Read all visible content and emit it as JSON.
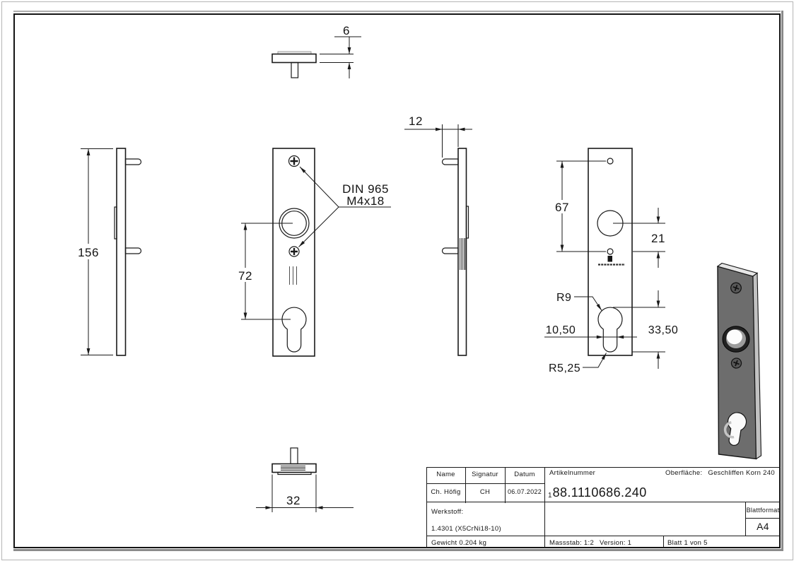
{
  "dimensions": {
    "plate_thickness": "6",
    "plate_height": "156",
    "hole_centers": "72",
    "din_line1": "DIN 965",
    "din_line2": "M4x18",
    "pin_depth": "12",
    "hole_spacing": "67",
    "center_offset": "21",
    "keyhole_radius": "R9",
    "slot_width": "10,50",
    "keyhole_span": "33,50",
    "slot_radius": "R5,25",
    "plate_width": "32"
  },
  "title_block": {
    "name_label": "Name",
    "signatur_label": "Signatur",
    "datum_label": "Datum",
    "artikelnummer_label": "Artikelnummer",
    "oberflaeche_label": "Oberfläche:",
    "oberflaeche_value": "Geschliffen Korn 240",
    "name_value": "Ch. Höfig",
    "signatur_value": "CH",
    "datum_value": "06.07.2022",
    "artikelnummer_prefix": "1",
    "artikelnummer_value": "88.1110686.240",
    "werkstoff_label": "Werkstoff:",
    "werkstoff_value": "1.4301 (X5CrNi18-10)",
    "gewicht_value": "Gewicht 0.204 kg",
    "massstab_value": "Massstab: 1:2",
    "version_value": "Version: 1",
    "blatt_value": "Blatt 1 von 5",
    "blattformat_label": "Blattformat",
    "blattformat_value": "A4"
  },
  "iso_colors": {
    "front": "#6d6d6d",
    "top": "#e6e6e6",
    "side": "#c2c2c2"
  },
  "line_color": "#1a1a1a"
}
